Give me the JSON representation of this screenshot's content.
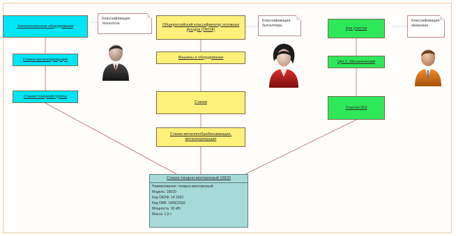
{
  "colors": {
    "cyan": "#00e5f5",
    "yellow": "#fff07a",
    "green": "#2ee85a",
    "result": "#a6dad8",
    "link": "#b26464",
    "note_border": "#b98a8a"
  },
  "columns": {
    "left": {
      "nodes": [
        {
          "label": "Технологическое оборудование"
        },
        {
          "label": "Станки металлорежущие"
        },
        {
          "label": "Станки токарной группы"
        }
      ],
      "note": "Классификация технолога",
      "person_icon": "businessman-icon"
    },
    "middle": {
      "nodes": [
        {
          "label": "Общероссийский классификатор основных фондов (ОКОФ)"
        },
        {
          "label": "Машины и оборудование"
        },
        {
          "label": "Станки"
        },
        {
          "label": "Станки металлообрабатывающие, металлорежущие"
        }
      ],
      "note": "Классификация бухгалтера",
      "person_icon": "businesswoman-icon"
    },
    "right": {
      "nodes": [
        {
          "label": "Цех участок"
        },
        {
          "label": "Цех 1. Механический"
        },
        {
          "label": "Участок 003"
        }
      ],
      "note": "Классификация механика",
      "person_icon": "worker-icon"
    }
  },
  "result": {
    "title": "Станок токарно-винторезный 16К20",
    "lines": [
      "Наименование: токарно-винторезный",
      "Модель: 16К20",
      "Код ОКОФ: 14 2922",
      "Код ОКФ: 1405(12)Ш",
      "Мощность: 10 кВт",
      "Масса: 1,5 т"
    ]
  }
}
